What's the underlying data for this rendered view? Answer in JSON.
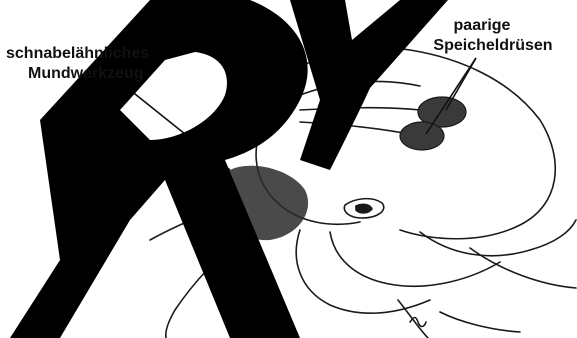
{
  "labels": {
    "beak_line1": "schnabelähnliches",
    "beak_line2": "Mundwerkzeug",
    "glands_line1": "paarige",
    "glands_line2": "Speicheldrüsen"
  },
  "colors": {
    "ink": "#111111",
    "gland_fill": "#3a3a3a",
    "mouth_shade": "#2a2a2a",
    "watermark": "#000000"
  },
  "watermark_letters": [
    "R",
    "Y"
  ]
}
